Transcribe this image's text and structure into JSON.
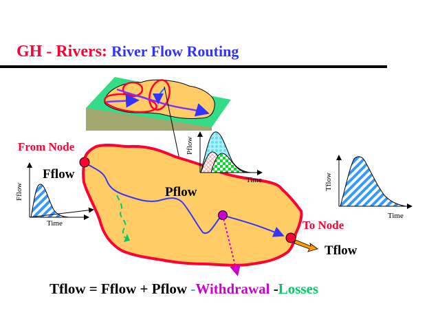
{
  "title": {
    "prefix": "GH - Rivers:",
    "subtitle": "River Flow Routing"
  },
  "labels": {
    "from_node": "From Node",
    "to_node": "To Node",
    "fflow": "Fflow",
    "pflow": "Pflow",
    "tflow": "Tflow"
  },
  "charts": {
    "fflow_chart": {
      "ylabel": "Fflow",
      "xlabel": "Time"
    },
    "pflow_chart": {
      "ylabel": "Pflow",
      "xlabel": "Time"
    },
    "tflow_chart": {
      "ylabel": "Tflow",
      "xlabel": "Time"
    }
  },
  "equation": {
    "lhs": "Tflow",
    "equals": "=",
    "term1": "Fflow",
    "plus": "+",
    "term2": "Pflow",
    "minus1": "-",
    "withdrawal": "Withdrawal",
    "minus2": "-",
    "losses": "Losses"
  },
  "colors": {
    "title_red": "#ff0033",
    "title_blue": "#3333ff",
    "basin_fill": "#ffcc66",
    "basin_outline": "#ff0033",
    "river": "#3333ff",
    "withdrawal": "#cc00cc",
    "losses": "#00cc66",
    "hatch": "#3399ff"
  }
}
